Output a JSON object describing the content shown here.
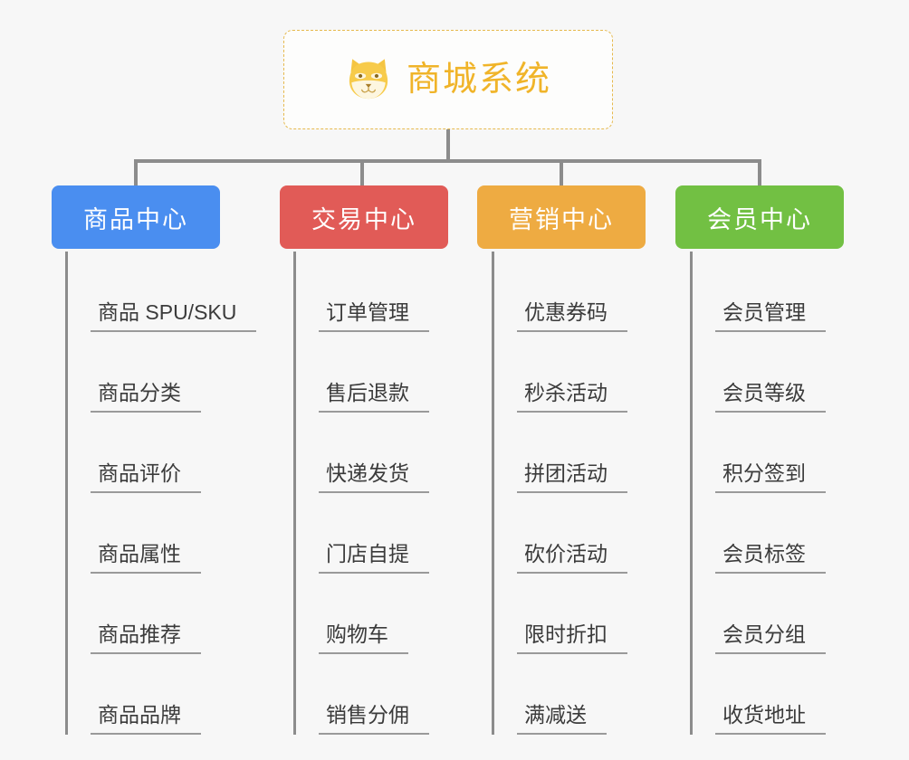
{
  "diagram": {
    "type": "org-chart",
    "background_color": "#f7f7f7",
    "root": {
      "title": "商城系统",
      "icon": "shiba-dog-icon",
      "border_color": "#e6b94d",
      "text_color": "#f0b429"
    },
    "connector_color": "#8c8c8c",
    "branches": [
      {
        "label": "商品中心",
        "color": "#4a8ef0",
        "items": [
          "商品 SPU/SKU",
          "商品分类",
          "商品评价",
          "商品属性",
          "商品推荐",
          "商品品牌"
        ]
      },
      {
        "label": "交易中心",
        "color": "#e15b57",
        "items": [
          "订单管理",
          "售后退款",
          "快递发货",
          "门店自提",
          "购物车",
          "销售分佣"
        ]
      },
      {
        "label": "营销中心",
        "color": "#eeab42",
        "items": [
          "优惠券码",
          "秒杀活动",
          "拼团活动",
          "砍价活动",
          "限时折扣",
          "满减送"
        ]
      },
      {
        "label": "会员中心",
        "color": "#72c043",
        "items": [
          "会员管理",
          "会员等级",
          "积分签到",
          "会员标签",
          "会员分组",
          "收货地址"
        ]
      }
    ]
  }
}
